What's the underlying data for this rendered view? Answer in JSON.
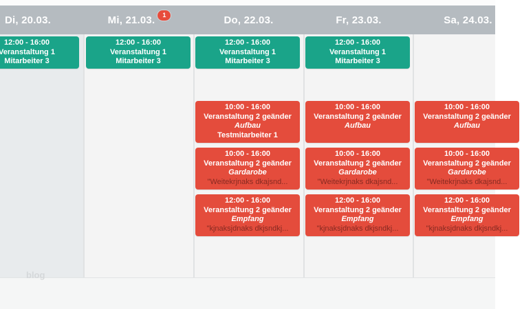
{
  "colors": {
    "event_green": "#1aa489",
    "event_red": "#e44c3c",
    "header_gray": "#b5bbc0",
    "badge_red": "#e74c3c"
  },
  "watermark": "blog",
  "header": {
    "days": [
      {
        "label": "Di, 20.03.",
        "badge": ""
      },
      {
        "label": "Mi, 21.03.",
        "badge": "1"
      },
      {
        "label": "Do, 22.03.",
        "badge": ""
      },
      {
        "label": "Fr, 23.03.",
        "badge": ""
      },
      {
        "label": "Sa, 24.03.",
        "badge": ""
      }
    ]
  },
  "calendar": {
    "columns": [
      {
        "day": "Di, 20.03.",
        "events": [
          {
            "row": 0,
            "kind": "green",
            "time": "12:00 - 16:00",
            "title": "Veranstaltung 1",
            "staff": "Mitarbeiter 3"
          }
        ]
      },
      {
        "day": "Mi, 21.03.",
        "events": [
          {
            "row": 0,
            "kind": "green",
            "time": "12:00 - 16:00",
            "title": "Veranstaltung 1",
            "staff": "Mitarbeiter 3"
          }
        ]
      },
      {
        "day": "Do, 22.03.",
        "events": [
          {
            "row": 0,
            "kind": "green",
            "time": "12:00 - 16:00",
            "title": "Veranstaltung 1",
            "staff": "Mitarbeiter 3"
          },
          {
            "row": 1,
            "kind": "red",
            "time": "10:00 - 16:00",
            "title": "Veranstaltung 2 geänder",
            "role": "Aufbau",
            "staff": "Testmitarbeiter 1"
          },
          {
            "row": 2,
            "kind": "red",
            "time": "10:00 - 16:00",
            "title": "Veranstaltung 2 geänder",
            "role": "Gardarobe",
            "note": "\"Weitekrjnaks dkajsnd..."
          },
          {
            "row": 3,
            "kind": "red",
            "time": "12:00 - 16:00",
            "title": "Veranstaltung 2 geänder",
            "role": "Empfang",
            "note": "\"kjnaksjdnaks dkjsndkj..."
          }
        ]
      },
      {
        "day": "Fr, 23.03.",
        "events": [
          {
            "row": 0,
            "kind": "green",
            "time": "12:00 - 16:00",
            "title": "Veranstaltung 1",
            "staff": "Mitarbeiter 3"
          },
          {
            "row": 1,
            "kind": "red",
            "time": "10:00 - 16:00",
            "title": "Veranstaltung 2 geänder",
            "role": "Aufbau"
          },
          {
            "row": 2,
            "kind": "red",
            "time": "10:00 - 16:00",
            "title": "Veranstaltung 2 geänder",
            "role": "Gardarobe",
            "note": "\"Weitekrjnaks dkajsnd..."
          },
          {
            "row": 3,
            "kind": "red",
            "time": "12:00 - 16:00",
            "title": "Veranstaltung 2 geänder",
            "role": "Empfang",
            "note": "\"kjnaksjdnaks dkjsndkj..."
          }
        ]
      },
      {
        "day": "Sa, 24.03.",
        "events": [
          {
            "row": 1,
            "kind": "red",
            "time": "10:00 - 16:00",
            "title": "Veranstaltung 2 geänder",
            "role": "Aufbau"
          },
          {
            "row": 2,
            "kind": "red",
            "time": "10:00 - 16:00",
            "title": "Veranstaltung 2 geänder",
            "role": "Gardarobe",
            "note": "\"Weitekrjnaks dkajsnd..."
          },
          {
            "row": 3,
            "kind": "red",
            "time": "12:00 - 16:00",
            "title": "Veranstaltung 2 geänder",
            "role": "Empfang",
            "note": "\"kjnaksjdnaks dkjsndkj..."
          }
        ]
      }
    ]
  }
}
